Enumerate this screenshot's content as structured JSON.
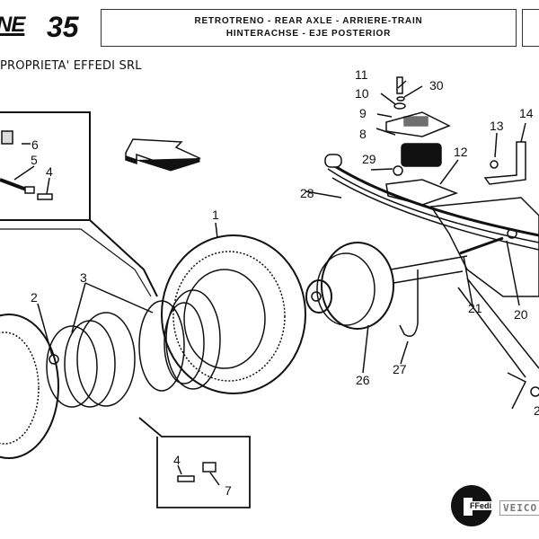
{
  "header": {
    "logo_fragment": "NE",
    "page_number": "35",
    "title_line1": "RETROTRENO - REAR AXLE - ARRIERE-TRAIN",
    "title_line2": "HINTERACHSE - EJE POSTERIOR"
  },
  "owner_notice": "PROPRIETA' EFFEDI SRL",
  "callouts": [
    {
      "id": "1",
      "label": "1"
    },
    {
      "id": "2",
      "label": "2"
    },
    {
      "id": "3",
      "label": "3"
    },
    {
      "id": "4a",
      "label": "4"
    },
    {
      "id": "5",
      "label": "5"
    },
    {
      "id": "6",
      "label": "6"
    },
    {
      "id": "4b",
      "label": "4"
    },
    {
      "id": "7",
      "label": "7"
    },
    {
      "id": "8",
      "label": "8"
    },
    {
      "id": "9",
      "label": "9"
    },
    {
      "id": "10",
      "label": "10"
    },
    {
      "id": "11",
      "label": "11"
    },
    {
      "id": "30",
      "label": "30"
    },
    {
      "id": "12",
      "label": "12"
    },
    {
      "id": "13",
      "label": "13"
    },
    {
      "id": "14",
      "label": "14"
    },
    {
      "id": "28",
      "label": "28"
    },
    {
      "id": "29",
      "label": "29"
    },
    {
      "id": "26",
      "label": "26"
    },
    {
      "id": "27",
      "label": "27"
    },
    {
      "id": "21",
      "label": "21"
    },
    {
      "id": "20",
      "label": "20"
    },
    {
      "id": "2b",
      "label": "2"
    }
  ],
  "footer_logo": {
    "brand": "FFedi",
    "partial_text": "VEICO"
  }
}
